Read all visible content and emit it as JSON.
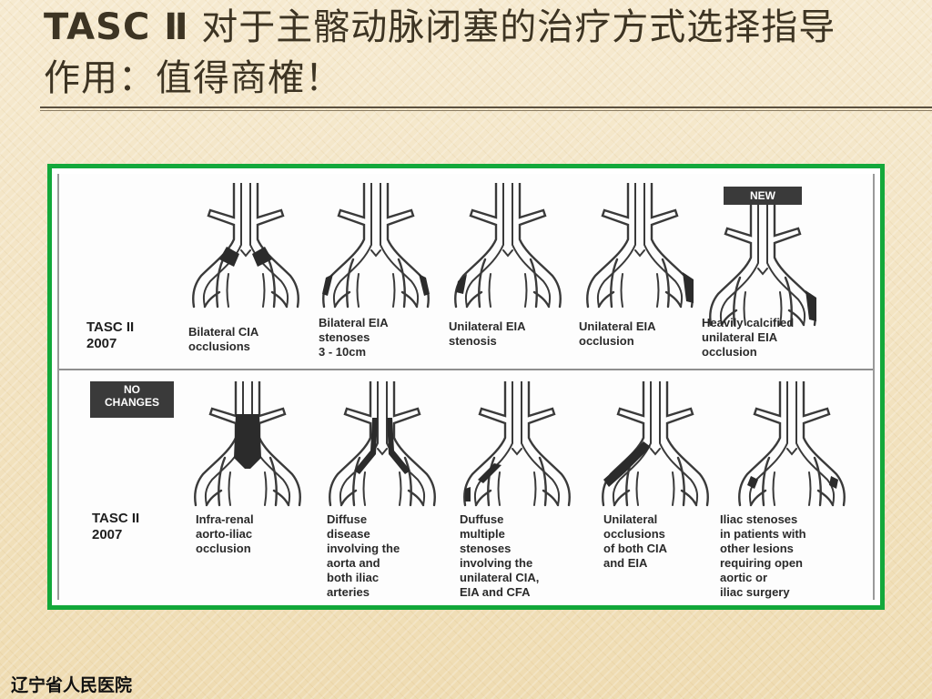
{
  "slide": {
    "title_prefix": "TASC Ⅱ",
    "title_line1_rest": "对于主髂动脉闭塞的治疗方式选择指导",
    "title_line2": "作用：值得商榷！",
    "footer": "辽宁省人民医院"
  },
  "figure": {
    "row1": {
      "tasc_label": "TASC II\n2007",
      "badge": "NEW",
      "lesions": [
        {
          "label": "Bilateral CIA\nocclusions"
        },
        {
          "label": "Bilateral EIA\nstenoses\n3 - 10cm"
        },
        {
          "label": "Unilateral EIA\nstenosis"
        },
        {
          "label": "Unilateral EIA\nocclusion"
        },
        {
          "label": "Heavily calcified\nunilateral EIA\nocclusion"
        }
      ]
    },
    "row2": {
      "tasc_label": "TASC II\n2007",
      "badge": "NO\nCHANGES",
      "lesions": [
        {
          "label": "Infra-renal\naorto-iliac\nocclusion"
        },
        {
          "label": "Diffuse\ndisease\ninvolving the\naorta and\nboth iliac\narteries"
        },
        {
          "label": "Duffuse\nmultiple\nstenoses\ninvolving the\nunilateral CIA,\nEIA and CFA"
        },
        {
          "label": "Unilateral\nocclusions\nof both CIA\nand EIA"
        },
        {
          "label": "Iliac stenoses\nin patients with\nother lesions\nrequiring open\naortic or\niliac surgery"
        }
      ]
    }
  }
}
